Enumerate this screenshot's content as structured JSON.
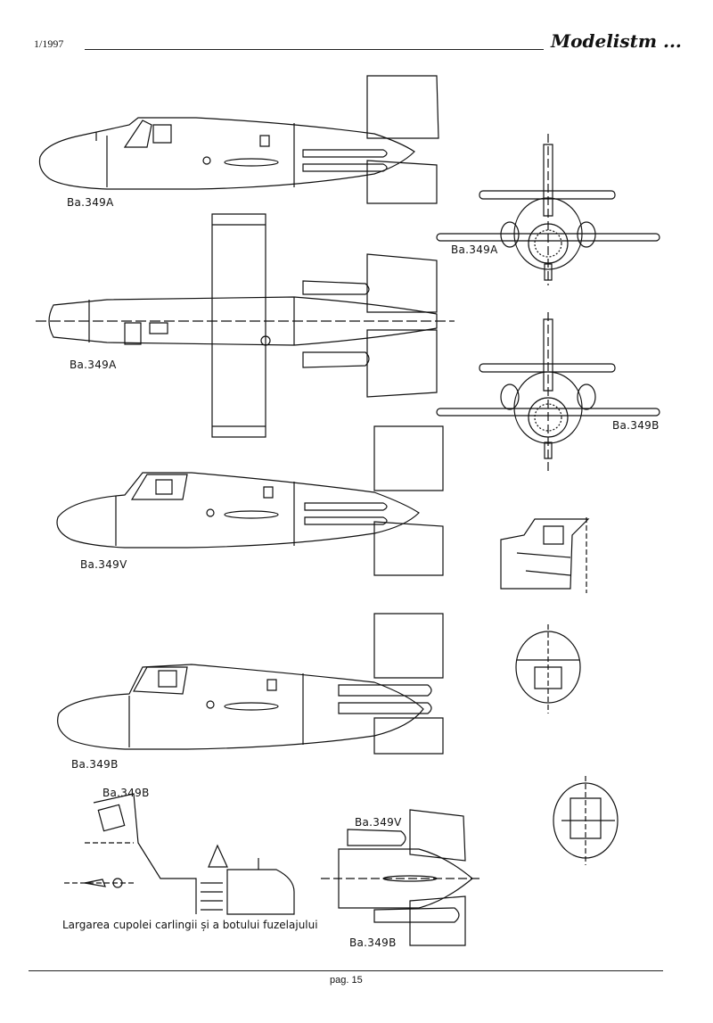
{
  "header": {
    "issue": "1/1997",
    "logo_text": "Modelistm ..."
  },
  "labels": {
    "side_a": "Ba.349A",
    "top_a": "Ba.349A",
    "front_a": "Ba.349A",
    "side_v": "Ba.349V",
    "front_b": "Ba.349B",
    "side_b": "Ba.349B",
    "detail_b": "Ba.349B",
    "bottom_v": "Ba.349V",
    "bottom_b": "Ba.349B"
  },
  "caption": "Largarea cupolei carlingii și a botului fuzelajului",
  "footer": {
    "page": "pag. 15"
  }
}
